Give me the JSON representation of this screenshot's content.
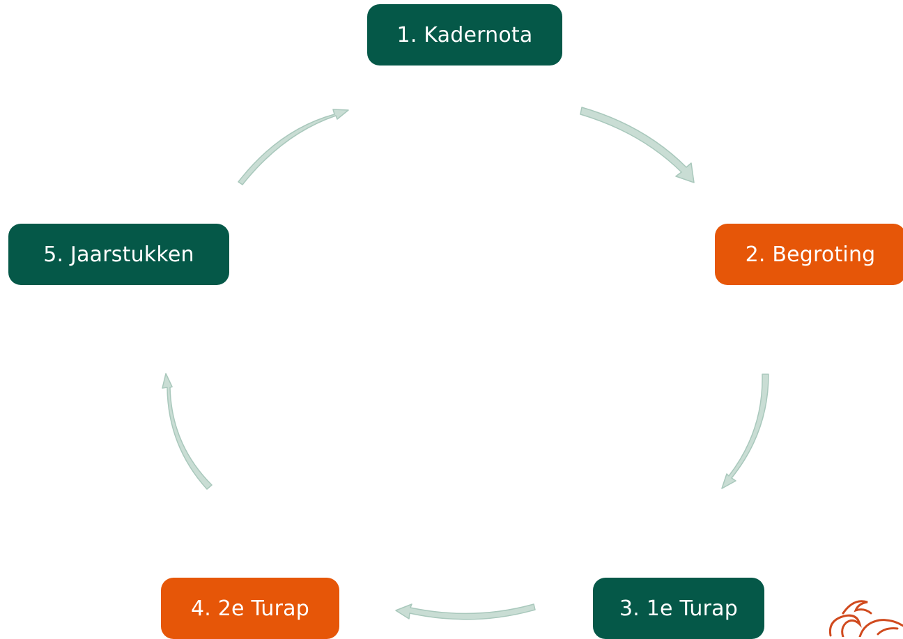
{
  "diagram": {
    "type": "cycle",
    "nodes": [
      {
        "label": "1. Kadernota",
        "color": "#055848"
      },
      {
        "label": "2. Begroting",
        "color": "#e65608"
      },
      {
        "label": "3. 1e Turap",
        "color": "#055848"
      },
      {
        "label": "4. 2e Turap",
        "color": "#e65608"
      },
      {
        "label": "5. Jaarstukken",
        "color": "#055848"
      }
    ],
    "edges": [
      {
        "from": "1. Kadernota",
        "to": "2. Begroting"
      },
      {
        "from": "2. Begroting",
        "to": "3. 1e Turap"
      },
      {
        "from": "3. 1e Turap",
        "to": "4. 2e Turap"
      },
      {
        "from": "4. 2e Turap",
        "to": "5. Jaarstukken"
      },
      {
        "from": "5. Jaarstukken",
        "to": "1. Kadernota"
      }
    ],
    "arrow_color": "#c9ddd4",
    "arrow_outline": "#a9c8bc",
    "logo_color": "#d04a1e"
  }
}
